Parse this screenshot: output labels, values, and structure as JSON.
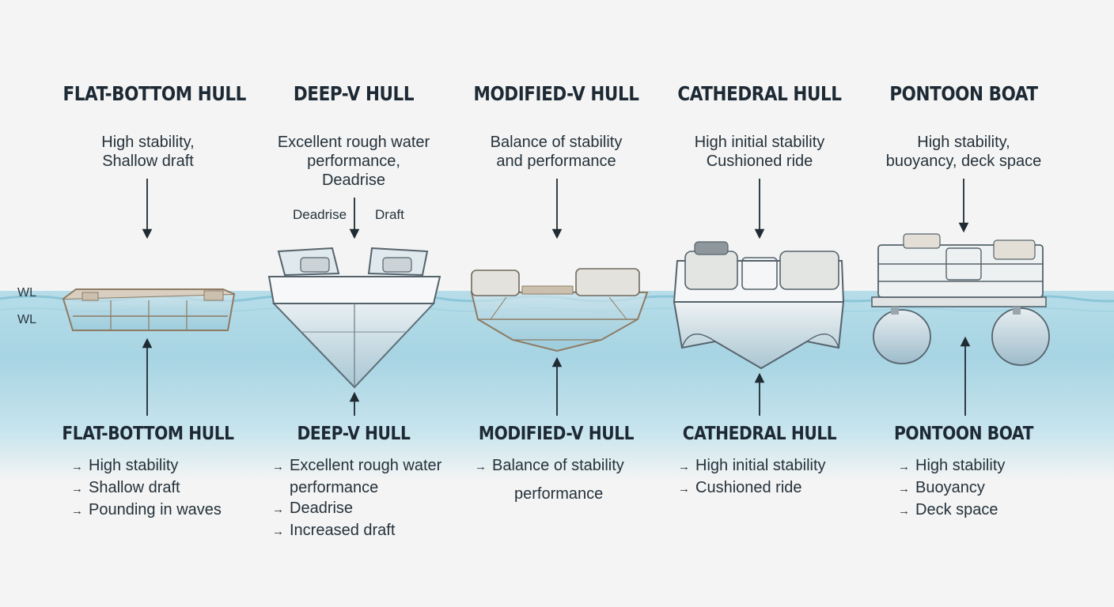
{
  "waterline_labels": [
    "WL",
    "WL"
  ],
  "hulls": [
    {
      "title": "FLAT-BOTTOM HULL",
      "desc": [
        "High stability,",
        "Shallow draft"
      ],
      "bottom_title": "FLAT-BOTTOM HULL",
      "bullets": [
        "High stability",
        "Shallow draft",
        "Pounding in waves"
      ]
    },
    {
      "title": "DEEP-V HULL",
      "desc": [
        "Excellent rough water",
        "performance,",
        "Deadrise"
      ],
      "bottom_title": "DEEP-V HULL",
      "labels": {
        "left": "Deadrise",
        "right": "Draft"
      },
      "bullets": [
        "Excellent rough water",
        "performance",
        "Deadrise",
        "Increased draft"
      ]
    },
    {
      "title": "MODIFIED-V HULL",
      "desc": [
        "Balance of stability",
        "and performance"
      ],
      "bottom_title": "MODIFIED-V HULL",
      "bullets": [
        "Balance of stability",
        "performance"
      ]
    },
    {
      "title": "CATHEDRAL HULL",
      "desc": [
        "High initial stability",
        "Cushioned ride"
      ],
      "bottom_title": "CATHEDRAL HULL",
      "bullets": [
        "High initial stability",
        "Cushioned ride"
      ]
    },
    {
      "title": "PONTOON BOAT",
      "desc": [
        "High stability,",
        "buoyancy, deck space"
      ],
      "bottom_title": "PONTOON BOAT",
      "bullets": [
        "High stability",
        "Buoyancy",
        "Deck space"
      ]
    }
  ],
  "arrow_glyph": "→",
  "colors": {
    "water_top": "#c9e6ef",
    "water_mid": "#9fd0e0",
    "background": "#f3f4f3",
    "hull_frame": "#a08d75",
    "text_dark": "#1d2934"
  }
}
